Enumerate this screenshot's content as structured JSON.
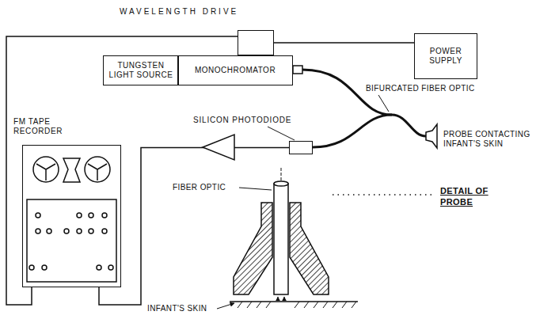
{
  "diagram": {
    "nodes": [
      {
        "text": [
          "WAVELENGTH DRIVE"
        ]
      },
      {
        "text": [
          "POWER SUPPLY"
        ]
      },
      {
        "text": [
          "TUNGSTEN LIGHT SOURCE"
        ]
      },
      {
        "text": [
          "MONOCHROMATOR"
        ]
      },
      {
        "text": [
          "SILICON PHOTODIODE"
        ]
      },
      {
        "text": [
          "FM TAPE RECORDER"
        ]
      }
    ],
    "edges": [
      {
        "from": 0,
        "to": 1,
        "arrow": "none"
      },
      {
        "from": 2,
        "to": 3,
        "arrow": "none"
      },
      {
        "from": 0,
        "to": 5,
        "arrow": "none"
      },
      {
        "from": 4,
        "to": 5,
        "arrow": "none"
      }
    ],
    "labels": [
      "BIFURCATED FIBER OPTIC",
      "PROBE CONTACTING INFANT'S SKIN",
      "FIBER OPTIC",
      "DETAIL OF PROBE",
      "INFANT'S SKIN"
    ]
  }
}
